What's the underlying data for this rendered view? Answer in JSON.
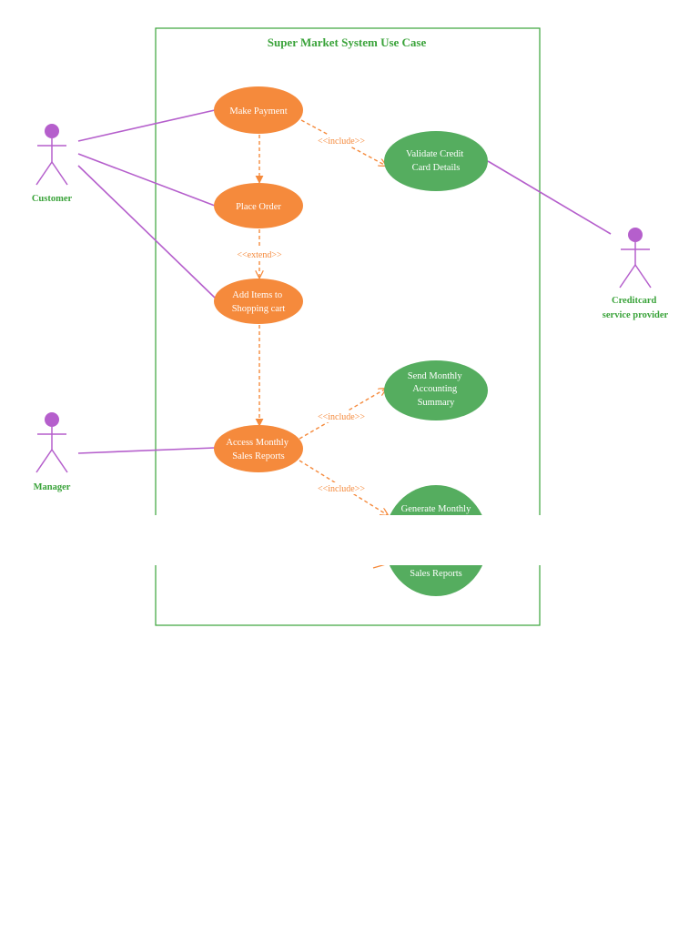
{
  "diagram": {
    "title": "Super Market System  Use Case",
    "colors": {
      "boundary": "#3aa33a",
      "title": "#3aa33a",
      "orange_usecase": "#f58a3c",
      "green_usecase": "#55ad5f",
      "actor": "#b55fcc",
      "actor_label": "#3aa33a",
      "association": "#b55fcc",
      "dependency": "#f58a3c",
      "usecase_text": "#ffffff",
      "band": "#ffffff"
    },
    "use_cases": {
      "make_payment": [
        "Make Payment"
      ],
      "place_order": [
        "Place  Order"
      ],
      "add_items": [
        "Add Items  to",
        "Shopping cart"
      ],
      "access_reports": [
        "Access  Monthly",
        "Sales  Reports"
      ],
      "validate_credit": [
        "Validate Credit",
        "Card Details"
      ],
      "send_summary": [
        "Send Monthly",
        "Accounting",
        "Summary"
      ],
      "generate_reports_top": [
        "Generate  Monthly"
      ],
      "generate_reports_bottom": [
        "Sales  Reports"
      ]
    },
    "actors": {
      "customer": [
        "Customer"
      ],
      "manager": [
        "Manager"
      ],
      "creditcard": [
        "Creditcard",
        "service  provider"
      ]
    },
    "stereotypes": {
      "include_validate": "<<include>>",
      "extend_add_items": "<<extend>>",
      "include_send_summary": "<<include>>",
      "include_generate": "<<include>>"
    }
  }
}
